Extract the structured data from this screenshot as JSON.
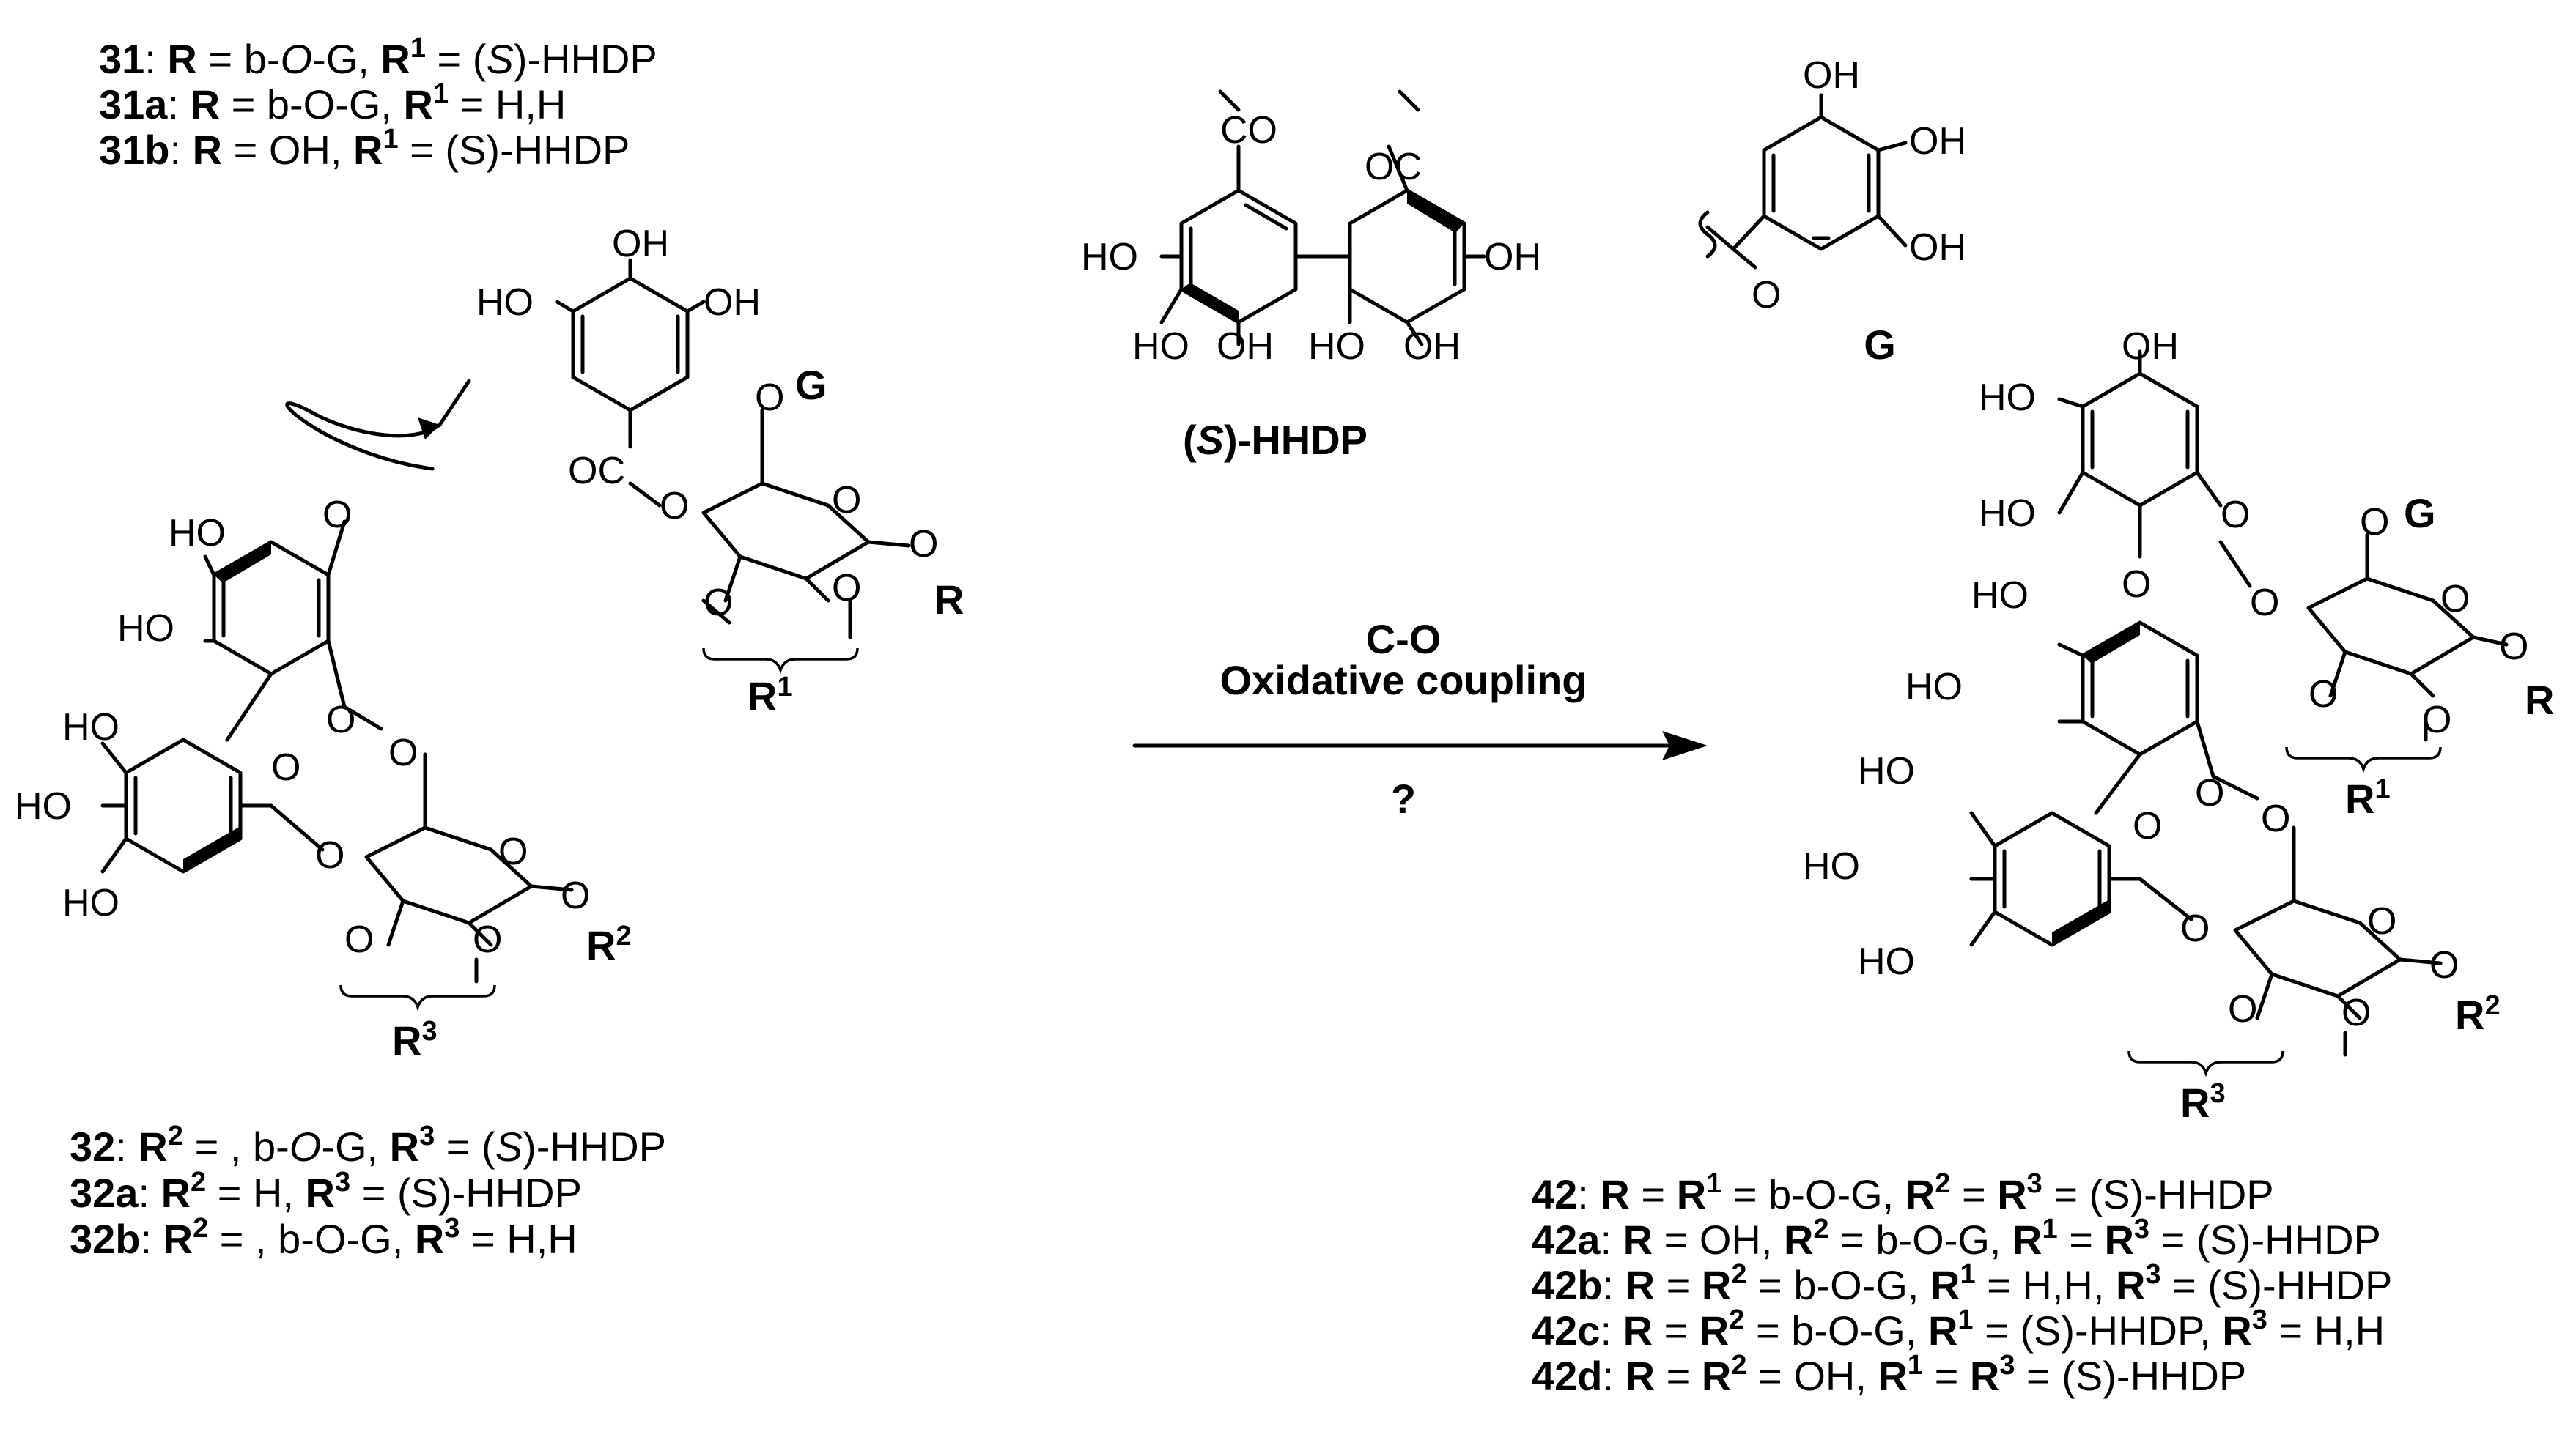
{
  "diagram": {
    "compounds_31": [
      {
        "id": "31",
        "parts": [
          {
            "t": "31",
            "b": true
          },
          {
            "t": ": "
          },
          {
            "t": "R",
            "b": true
          },
          {
            "t": " = b-"
          },
          {
            "t": "O",
            "i": true
          },
          {
            "t": "-G, "
          },
          {
            "t": "R",
            "b": true
          },
          {
            "t": "1",
            "b": true,
            "sup": true
          },
          {
            "t": " = ("
          },
          {
            "t": "S",
            "i": true
          },
          {
            "t": ")-HHDP"
          }
        ]
      },
      {
        "id": "31a",
        "parts": [
          {
            "t": "31a",
            "b": true
          },
          {
            "t": ": "
          },
          {
            "t": "R",
            "b": true
          },
          {
            "t": " = b-O-G, "
          },
          {
            "t": "R",
            "b": true
          },
          {
            "t": "1",
            "b": true,
            "sup": true
          },
          {
            "t": " = H,H"
          }
        ]
      },
      {
        "id": "31b",
        "parts": [
          {
            "t": "31b",
            "b": true
          },
          {
            "t": ": "
          },
          {
            "t": "R",
            "b": true
          },
          {
            "t": " = OH, "
          },
          {
            "t": "R",
            "b": true
          },
          {
            "t": "1",
            "b": true,
            "sup": true
          },
          {
            "t": " = (S)-HHDP"
          }
        ]
      }
    ],
    "compounds_32": [
      {
        "id": "32",
        "parts": [
          {
            "t": "32",
            "b": true
          },
          {
            "t": ": "
          },
          {
            "t": "R",
            "b": true
          },
          {
            "t": "2",
            "b": true,
            "sup": true
          },
          {
            "t": " = , b-"
          },
          {
            "t": "O",
            "i": true
          },
          {
            "t": "-G, "
          },
          {
            "t": "R",
            "b": true
          },
          {
            "t": "3",
            "b": true,
            "sup": true
          },
          {
            "t": " = ("
          },
          {
            "t": "S",
            "i": true
          },
          {
            "t": ")-HHDP"
          }
        ]
      },
      {
        "id": "32a",
        "parts": [
          {
            "t": "32a",
            "b": true
          },
          {
            "t": ": "
          },
          {
            "t": "R",
            "b": true
          },
          {
            "t": "2",
            "b": true,
            "sup": true
          },
          {
            "t": " = H, "
          },
          {
            "t": "R",
            "b": true
          },
          {
            "t": "3",
            "b": true,
            "sup": true
          },
          {
            "t": " = (S)-HHDP"
          }
        ]
      },
      {
        "id": "32b",
        "parts": [
          {
            "t": "32b",
            "b": true
          },
          {
            "t": ": "
          },
          {
            "t": "R",
            "b": true
          },
          {
            "t": "2",
            "b": true,
            "sup": true
          },
          {
            "t": " = , b-O-G, "
          },
          {
            "t": "R",
            "b": true
          },
          {
            "t": "3",
            "b": true,
            "sup": true
          },
          {
            "t": " = H,H"
          }
        ]
      }
    ],
    "compounds_42": [
      {
        "id": "42",
        "parts": [
          {
            "t": "42",
            "b": true
          },
          {
            "t": ": "
          },
          {
            "t": "R",
            "b": true
          },
          {
            "t": " = "
          },
          {
            "t": "R",
            "b": true
          },
          {
            "t": "1",
            "b": true,
            "sup": true
          },
          {
            "t": " = b-O-G, "
          },
          {
            "t": "R",
            "b": true
          },
          {
            "t": "2",
            "b": true,
            "sup": true
          },
          {
            "t": " = "
          },
          {
            "t": "R",
            "b": true
          },
          {
            "t": "3",
            "b": true,
            "sup": true
          },
          {
            "t": " = (S)-HHDP"
          }
        ]
      },
      {
        "id": "42a",
        "parts": [
          {
            "t": "42a",
            "b": true
          },
          {
            "t": ": "
          },
          {
            "t": "R",
            "b": true
          },
          {
            "t": " = OH, "
          },
          {
            "t": "R",
            "b": true
          },
          {
            "t": "2",
            "b": true,
            "sup": true
          },
          {
            "t": " = b-O-G, "
          },
          {
            "t": "R",
            "b": true
          },
          {
            "t": "1",
            "b": true,
            "sup": true
          },
          {
            "t": " = "
          },
          {
            "t": "R",
            "b": true
          },
          {
            "t": "3",
            "b": true,
            "sup": true
          },
          {
            "t": " = (S)-HHDP"
          }
        ]
      },
      {
        "id": "42b",
        "parts": [
          {
            "t": "42b",
            "b": true
          },
          {
            "t": ": "
          },
          {
            "t": "R",
            "b": true
          },
          {
            "t": " = "
          },
          {
            "t": "R",
            "b": true
          },
          {
            "t": "2",
            "b": true,
            "sup": true
          },
          {
            "t": " = b-O-G, "
          },
          {
            "t": "R",
            "b": true
          },
          {
            "t": "1",
            "b": true,
            "sup": true
          },
          {
            "t": " = H,H, "
          },
          {
            "t": "R",
            "b": true
          },
          {
            "t": "3",
            "b": true,
            "sup": true
          },
          {
            "t": " = (S)-HHDP"
          }
        ]
      },
      {
        "id": "42c",
        "parts": [
          {
            "t": "42c",
            "b": true
          },
          {
            "t": ": "
          },
          {
            "t": "R",
            "b": true
          },
          {
            "t": " = "
          },
          {
            "t": "R",
            "b": true
          },
          {
            "t": "2",
            "b": true,
            "sup": true
          },
          {
            "t": " = b-O-G, "
          },
          {
            "t": "R",
            "b": true
          },
          {
            "t": "1",
            "b": true,
            "sup": true
          },
          {
            "t": " = (S)-HHDP, "
          },
          {
            "t": "R",
            "b": true
          },
          {
            "t": "3",
            "b": true,
            "sup": true
          },
          {
            "t": " = H,H"
          }
        ]
      },
      {
        "id": "42d",
        "parts": [
          {
            "t": "42d",
            "b": true
          },
          {
            "t": ": "
          },
          {
            "t": "R",
            "b": true
          },
          {
            "t": " = "
          },
          {
            "t": "R",
            "b": true
          },
          {
            "t": "2",
            "b": true,
            "sup": true
          },
          {
            "t": " = OH, "
          },
          {
            "t": "R",
            "b": true
          },
          {
            "t": "1",
            "b": true,
            "sup": true
          },
          {
            "t": " = "
          },
          {
            "t": "R",
            "b": true
          },
          {
            "t": "3",
            "b": true,
            "sup": true
          },
          {
            "t": " = (S)-HHDP"
          }
        ]
      }
    ],
    "hhdp_label": {
      "pre": "(",
      "italic": "S",
      "post": ")-HHDP"
    },
    "galloyl_label": "G",
    "reaction": {
      "line1": "C-O",
      "line2": "Oxidative coupling",
      "below": "?"
    },
    "atom_labels": {
      "OH": "OH",
      "HO": "HO",
      "O": "O",
      "CO": "CO",
      "OC": "OC",
      "G": "G",
      "R": "R",
      "R1": "R",
      "R2": "R",
      "R3": "R",
      "sup1": "1",
      "sup2": "2",
      "sup3": "3"
    }
  }
}
